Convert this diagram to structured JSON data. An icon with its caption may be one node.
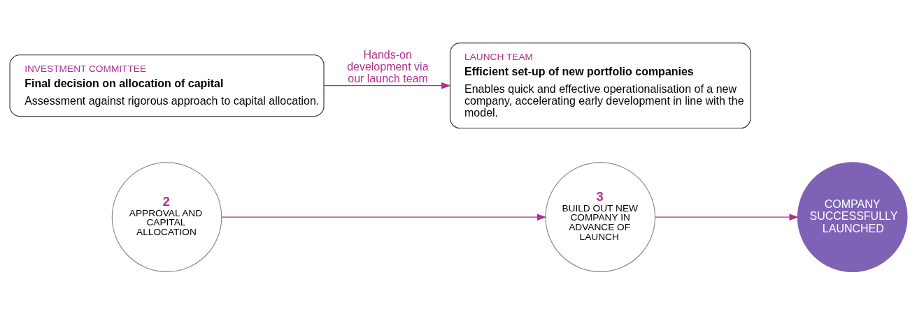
{
  "diagram": {
    "nodes": [
      {
        "text": [
          "2",
          "APPROVAL AND CAPITAL ALLOCATION"
        ]
      },
      {
        "text": [
          "INVESTMENT COMMITTEE",
          "Final decision on allocation of capital",
          "Assessment against rigorous approach to capital allocation."
        ]
      },
      {
        "text": [
          "3",
          "BUILD OUT NEW COMPANY IN ADVANCE OF LAUNCH"
        ]
      },
      {
        "text": [
          "COMPANY SUCCESSFULLY LAUNCHED"
        ]
      },
      {
        "text": [
          "LAUNCH TEAM",
          "Efficient set-up of new portfolio companies",
          "Enables quick and effective operationalisation of a new company, accelerating early development in line with the model."
        ]
      }
    ],
    "edges": [
      {
        "from": 0,
        "to": 2,
        "arrow": "to"
      },
      {
        "from": 2,
        "to": 3,
        "arrow": "to"
      },
      {
        "from": 1,
        "to": 4,
        "arrow": "to",
        "label": "Hands-on development via our launch team"
      }
    ]
  }
}
